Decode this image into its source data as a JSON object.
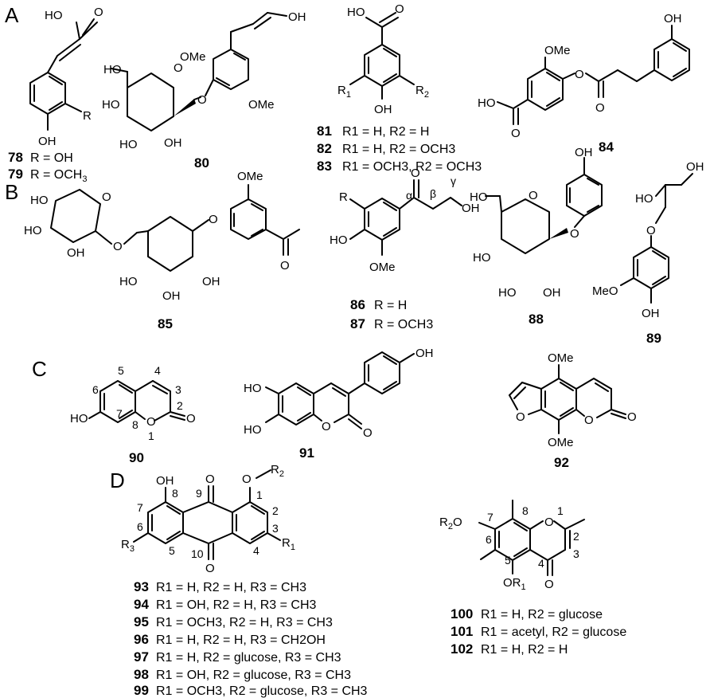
{
  "panels": {
    "A": "A",
    "B": "B",
    "C": "C",
    "D": "D"
  },
  "compounds": {
    "78": {
      "id": "78",
      "label": "R = OH"
    },
    "79": {
      "id": "79",
      "label": "R = OCH",
      "sub": "3"
    },
    "80": {
      "id": "80"
    },
    "81": {
      "id": "81",
      "label": "R1 = H, R2 = H"
    },
    "82": {
      "id": "82",
      "label": "R1 = H, R2 = OCH3"
    },
    "83": {
      "id": "83",
      "label": "R1 = OCH3, R2 = OCH3"
    },
    "84": {
      "id": "84"
    },
    "85": {
      "id": "85"
    },
    "86": {
      "id": "86",
      "label": "R = H"
    },
    "87": {
      "id": "87",
      "label": "R = OCH3"
    },
    "88": {
      "id": "88"
    },
    "89": {
      "id": "89"
    },
    "90": {
      "id": "90"
    },
    "91": {
      "id": "91"
    },
    "92": {
      "id": "92"
    },
    "93": {
      "id": "93",
      "label": "R1 = H, R2 = H, R3 = CH3"
    },
    "94": {
      "id": "94",
      "label": "R1 = OH, R2 = H, R3 = CH3"
    },
    "95": {
      "id": "95",
      "label": "R1 = OCH3, R2 = H, R3 = CH3"
    },
    "96": {
      "id": "96",
      "label": "R1 = H, R2 = H, R3 = CH2OH"
    },
    "97": {
      "id": "97",
      "label": "R1 = H, R2 = glucose, R3 = CH3"
    },
    "98": {
      "id": "98",
      "label": "R1 = OH, R2 = glucose, R3 = CH3"
    },
    "99": {
      "id": "99",
      "label": "R1 = OCH3, R2 = glucose, R3 = CH3"
    },
    "100": {
      "id": "100",
      "label": "R1 = H, R2 = glucose"
    },
    "101": {
      "id": "101",
      "label": "R1 = acetyl, R2 = glucose"
    },
    "102": {
      "id": "102",
      "label": "R1 = H, R2 = H"
    }
  },
  "atoms": {
    "HO": "HO",
    "OH": "OH",
    "O": "O",
    "OMe": "OMe",
    "MeO": "MeO",
    "R": "R",
    "R1": "R",
    "R2": "R",
    "R3": "R",
    "one": "1",
    "two": "2"
  },
  "greek": {
    "alpha": "α",
    "beta": "β",
    "gamma": "γ"
  }
}
